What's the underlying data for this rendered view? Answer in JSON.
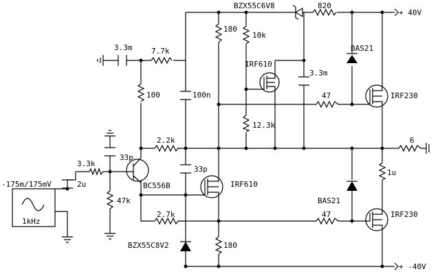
{
  "labels": {
    "zener_top": "BZX55C6V8",
    "r_820": "820",
    "supply_pos": "+ 40V",
    "supply_neg": "+ -40V",
    "r_180_top": "180",
    "r_10k": "10k",
    "c_3m3_in": "3.3m",
    "r_7k7": "7.7k",
    "mos_irf610_top": "IRF610",
    "diode_bas21_top": "BAS21",
    "c_3m3_mid": "3.3m",
    "r_100": "100",
    "c_100n": "100n",
    "r_47_top": "47",
    "mos_irf230_top": "IRF230",
    "r_12k3": "12.3k",
    "r_2k2": "2.2k",
    "r_6": "6",
    "r_3k3": "3.3k",
    "c_33p_left": "33p",
    "c_33p_mid": "33p",
    "l_1u": "1u",
    "source_amp": "-175m/175mV",
    "c_2u": "2u",
    "bjt_bc556b": "BC556B",
    "mos_irf610_bot": "IRF610",
    "r_47k": "47k",
    "source_freq": "1kHz",
    "diode_bas21_bot": "BAS21",
    "r_2k7": "2.7k",
    "r_47_bot": "47",
    "mos_irf230_bot": "IRF230",
    "zener_bot": "BZX55C8V2",
    "r_180_bot": "180"
  }
}
